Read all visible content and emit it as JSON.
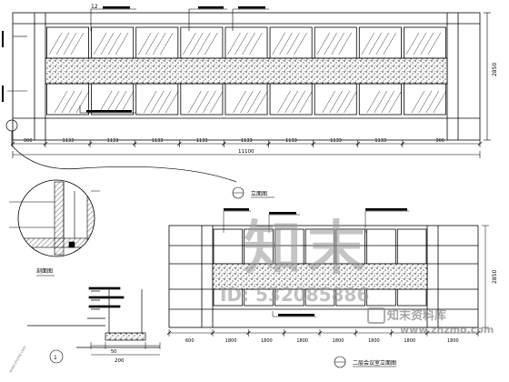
{
  "drawing": {
    "elevation1_dims": [
      "900",
      "1133",
      "1133",
      "1133",
      "1133",
      "1133",
      "1133",
      "1133",
      "1133",
      "900"
    ],
    "elevation1_total": "11100",
    "elevation1_height": "2850",
    "elevation1_callout": "12",
    "elevation2_dims": [
      "600",
      "1800",
      "1800",
      "1800",
      "1800",
      "1800",
      "1800",
      "1800"
    ],
    "elevation2_height": "2850",
    "section_dims": [
      "200"
    ],
    "section_dim_small": "50",
    "section_label": "剖面图",
    "detail_marker": "1",
    "elevation1_title": "立面图",
    "elevation2_title": "二层会议室立面图"
  },
  "watermark": {
    "big_text": "知末",
    "id_text": "ID: 532085886",
    "brand_text": "知末资料库",
    "url_text": "www.znzmo.com"
  },
  "colors": {
    "line": "#000000",
    "background": "#ffffff",
    "watermark": "#969696"
  }
}
